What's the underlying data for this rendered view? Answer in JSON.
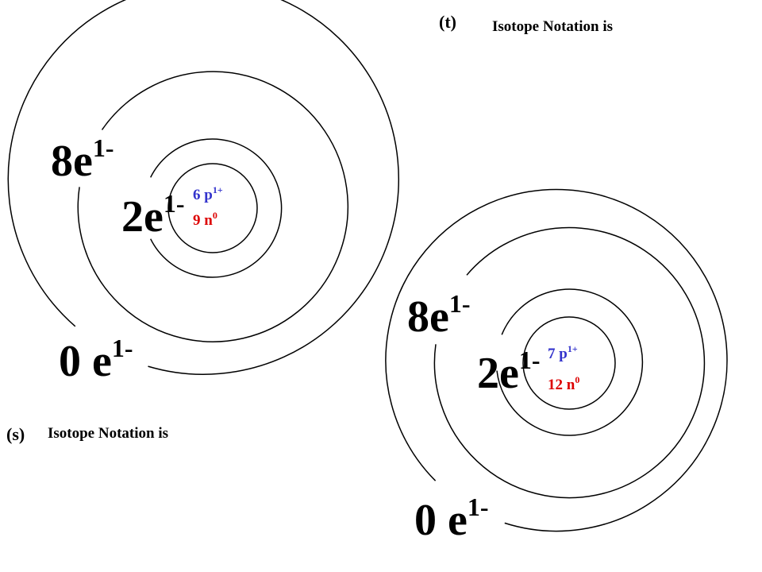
{
  "colors": {
    "protons": "#3333cc",
    "neutrons": "#dd0000",
    "text": "#000000"
  },
  "atoms": [
    {
      "tag": "(s)",
      "note": "Isotope Notation is",
      "protons": {
        "count": "6 p",
        "charge": "1+"
      },
      "neutrons": {
        "count": "9 n",
        "charge": "0"
      },
      "shells": [
        {
          "count": "2e",
          "charge": "1-"
        },
        {
          "count": "8e",
          "charge": "1-"
        },
        {
          "count": "0 e",
          "charge": "1-"
        }
      ]
    },
    {
      "tag": "(t)",
      "note": "Isotope Notation is",
      "protons": {
        "count": "7 p",
        "charge": "1+"
      },
      "neutrons": {
        "count": "12 n",
        "charge": "0"
      },
      "shells": [
        {
          "count": "2e",
          "charge": "1-"
        },
        {
          "count": "8e",
          "charge": "1-"
        },
        {
          "count": "0 e",
          "charge": "1-"
        }
      ]
    }
  ]
}
